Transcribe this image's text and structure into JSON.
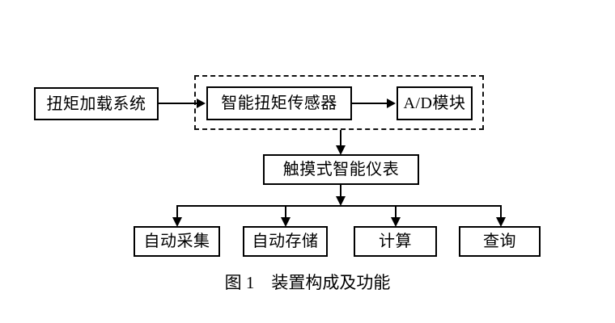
{
  "figure": {
    "caption_number": "图 1",
    "caption_text": "装置构成及功能",
    "caption_full": "图 1    装置构成及功能",
    "background_color": "#ffffff",
    "line_color": "#000000"
  },
  "nodes": {
    "torque_loading_system": {
      "label": "扭矩加载系统"
    },
    "smart_torque_sensor": {
      "label": "智能扭矩传感器"
    },
    "ad_module": {
      "label": "A/D模块"
    },
    "touch_smart_instrument": {
      "label": "触摸式智能仪表"
    },
    "auto_acquisition": {
      "label": "自动采集"
    },
    "auto_storage": {
      "label": "自动存储"
    },
    "calculation": {
      "label": "计算"
    },
    "query": {
      "label": "查询"
    }
  },
  "group": {
    "dashed_sensor_group": {
      "label": ""
    }
  }
}
